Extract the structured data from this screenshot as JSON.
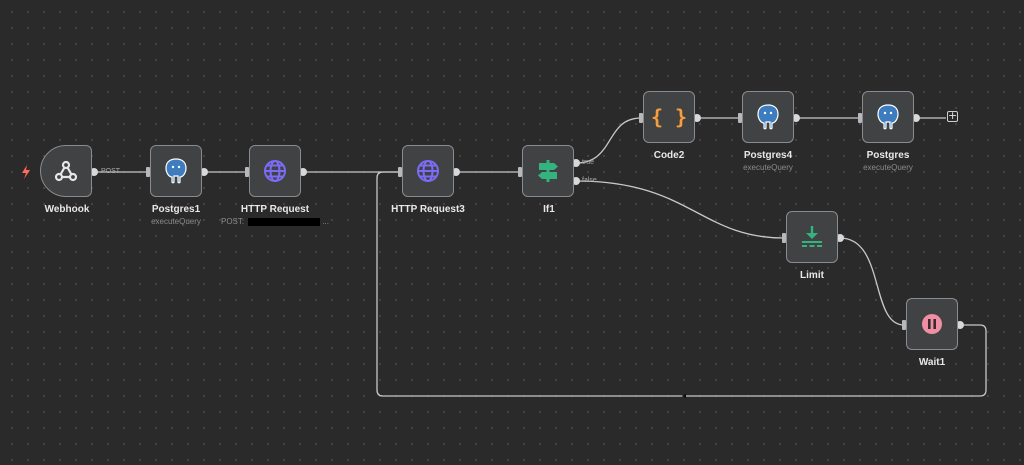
{
  "workflow": {
    "nodes": {
      "webhook": {
        "label": "Webhook",
        "icon": "webhook-icon"
      },
      "postgres1": {
        "label": "Postgres1",
        "sub": "executeQuery",
        "icon": "postgres-icon"
      },
      "http_request": {
        "label": "HTTP Request",
        "sub_prefix": "POST: ",
        "sub_suffix": "...",
        "icon": "globe-icon"
      },
      "http_request3": {
        "label": "HTTP Request3",
        "icon": "globe-icon"
      },
      "if1": {
        "label": "If1",
        "icon": "signpost-icon"
      },
      "code2": {
        "label": "Code2",
        "icon": "braces-icon",
        "glyph": "{ }"
      },
      "postgres4": {
        "label": "Postgres4",
        "sub": "executeQuery",
        "icon": "postgres-icon"
      },
      "postgres": {
        "label": "Postgres",
        "sub": "executeQuery",
        "icon": "postgres-icon"
      },
      "limit": {
        "label": "Limit",
        "icon": "limit-icon"
      },
      "wait1": {
        "label": "Wait1",
        "icon": "pause-icon"
      }
    },
    "edge_labels": {
      "post": "POST",
      "true": "true",
      "false": "false"
    },
    "add_button": "+",
    "colors": {
      "background": "#2a2a2b",
      "node_fill": "#414244",
      "node_border": "#8a8b8e",
      "connection": "#c8c8ca",
      "globe": "#7b6cf6",
      "code": "#f59e3b",
      "if": "#35b37e",
      "limit": "#35b37e",
      "wait": "#f08fa3",
      "trigger": "#ff6d5a",
      "postgres": "#3d7dbf"
    }
  }
}
